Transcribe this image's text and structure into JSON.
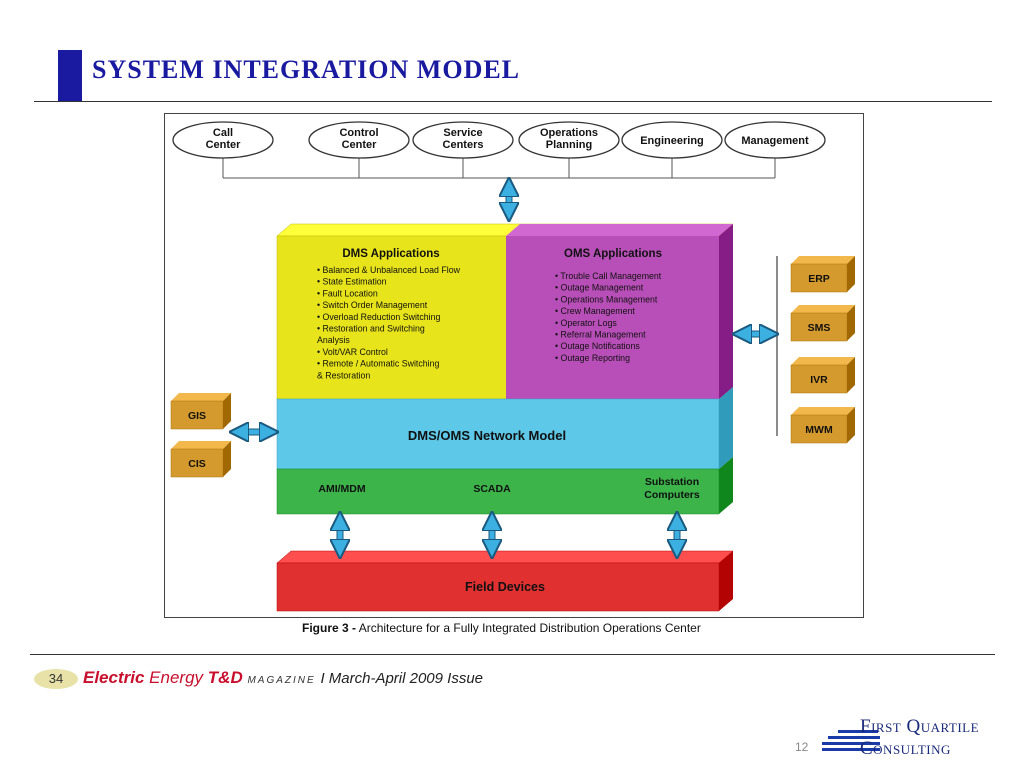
{
  "slide": {
    "title": "System Integration Model",
    "slide_number": "12"
  },
  "diagram": {
    "top_nodes": [
      "Call\nCenter",
      "Control\nCenter",
      "Service\nCenters",
      "Operations\nPlanning",
      "Engineering",
      "Management"
    ],
    "dms": {
      "title": "DMS Applications",
      "items": [
        "• Balanced & Unbalanced Load Flow",
        "• State Estimation",
        "• Fault Location",
        "• Switch Order Management",
        "• Overload Reduction Switching",
        "• Restoration and Switching",
        "   Analysis",
        "• Volt/VAR Control",
        "• Remote / Automatic Switching",
        "   & Restoration"
      ]
    },
    "oms": {
      "title": "OMS Applications",
      "items": [
        "• Trouble Call Management",
        "• Outage Management",
        "• Operations Management",
        "• Crew Management",
        "• Operator Logs",
        "• Referral Management",
        "• Outage Notifications",
        "• Outage Reporting"
      ]
    },
    "network_model": "DMS/OMS Network Model",
    "scada_row": [
      "AMI/MDM",
      "SCADA",
      "Substation\nComputers"
    ],
    "field_devices": "Field Devices",
    "left_boxes": [
      "GIS",
      "CIS"
    ],
    "right_boxes": [
      "ERP",
      "SMS",
      "IVR",
      "MWM"
    ],
    "colors": {
      "dms": "#e8e41c",
      "oms": "#b84fb8",
      "network": "#5ec8e8",
      "scada": "#3cb44a",
      "field": "#e03030",
      "box": "#d49a2e",
      "arrow": "#3cb0e0"
    }
  },
  "caption": {
    "label": "Figure 3 -",
    "text": "Architecture for a Fully Integrated Distribution Operations Center"
  },
  "footer": {
    "page": "34",
    "electric": "Electric",
    "energy": "Energy",
    "td": "T&D",
    "magazine": "MAGAZINE",
    "issue": "I March-April 2009 Issue",
    "logo_line1": "First Quartile",
    "logo_line2": "Consulting"
  }
}
